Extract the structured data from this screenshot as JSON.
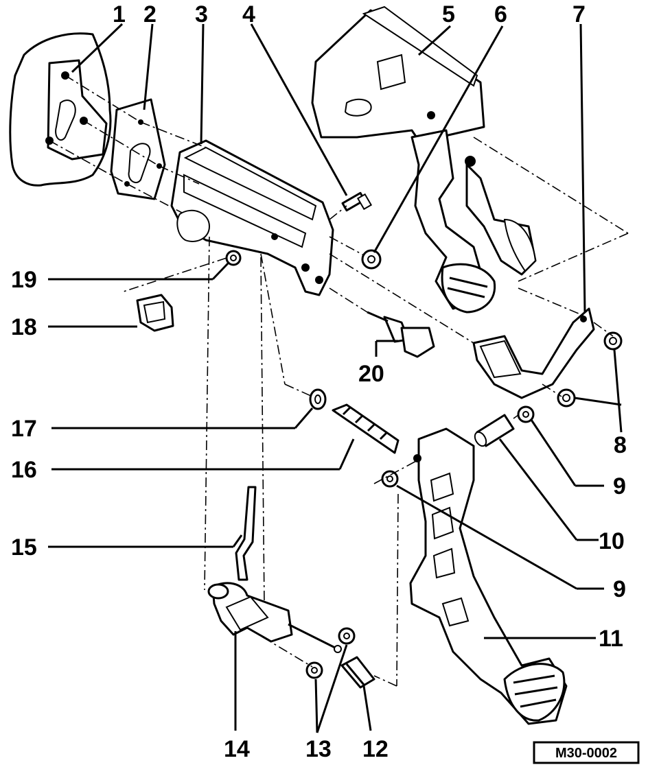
{
  "diagram": {
    "reference_code": "M30-0002",
    "callouts": {
      "c1": "1",
      "c2": "2",
      "c3": "3",
      "c4": "4",
      "c5": "5",
      "c6": "6",
      "c7": "7",
      "c8": "8",
      "c9a": "9",
      "c9b": "9",
      "c10": "10",
      "c11": "11",
      "c12": "12",
      "c13": "13",
      "c14": "14",
      "c15": "15",
      "c16": "16",
      "c17": "17",
      "c18": "18",
      "c19": "19",
      "c20": "20"
    }
  }
}
